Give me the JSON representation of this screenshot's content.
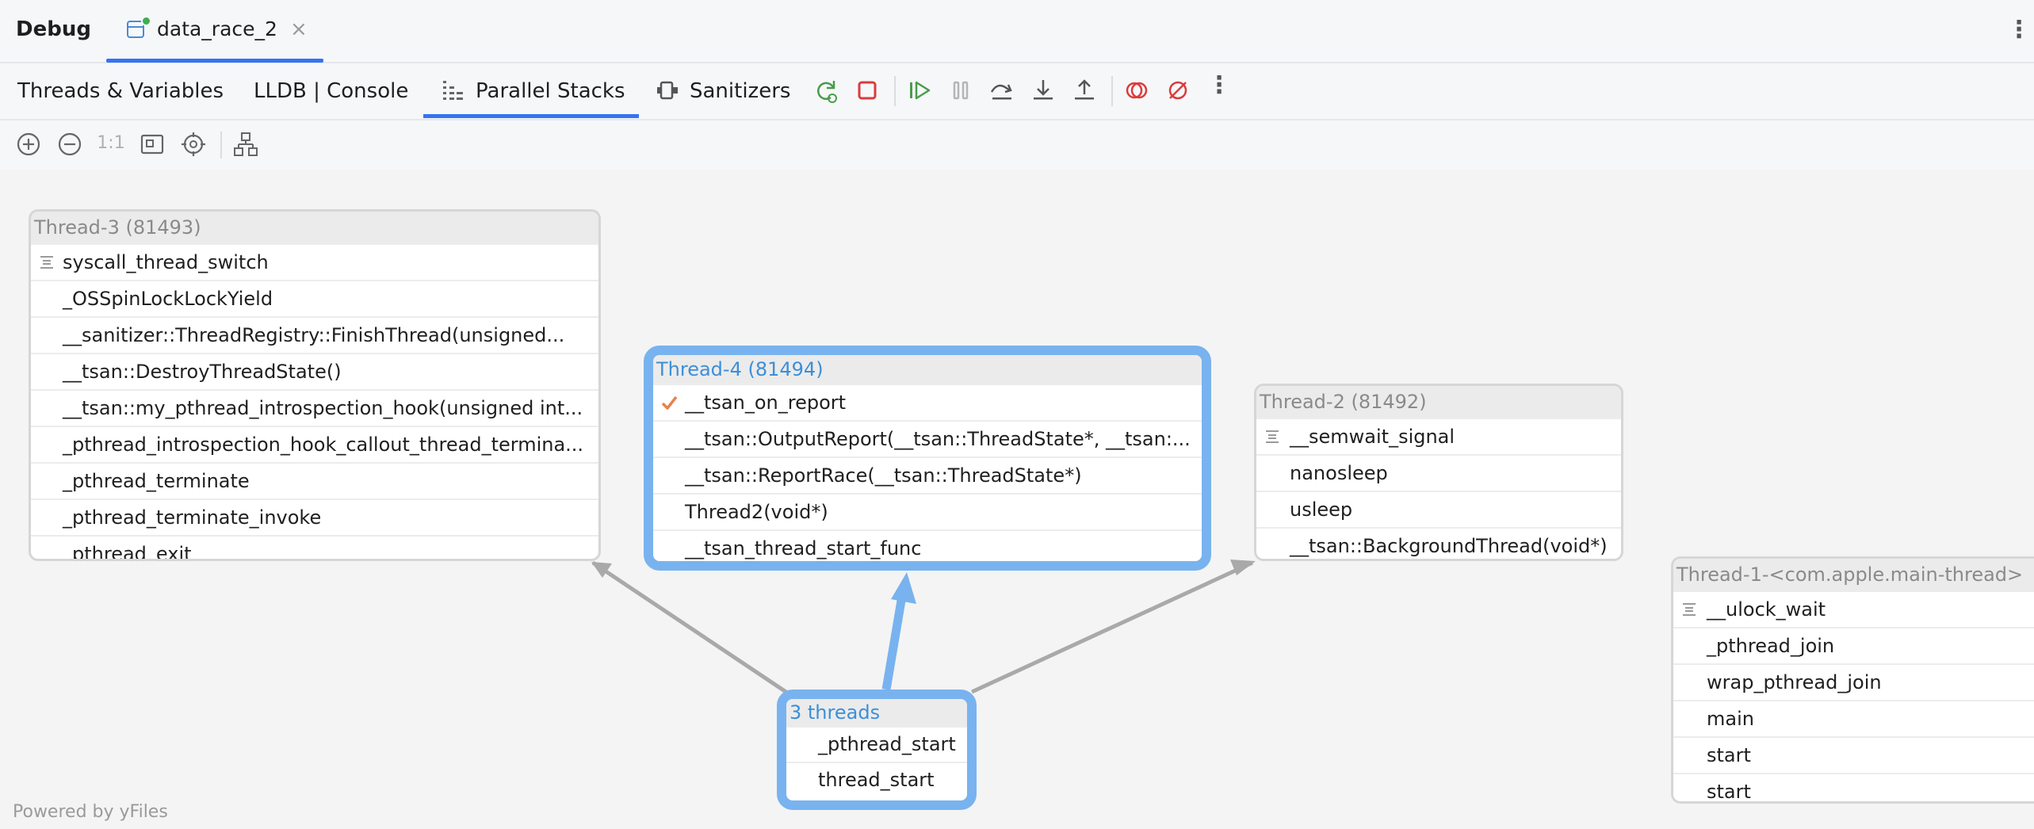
{
  "window": {
    "debug_label": "Debug",
    "session_tab": "data_race_2"
  },
  "toolbar": {
    "tabs": [
      {
        "label": "Threads & Variables"
      },
      {
        "label": "LLDB | Console"
      },
      {
        "label": "Parallel Stacks",
        "active": true
      },
      {
        "label": "Sanitizers"
      }
    ]
  },
  "subtoolbar": {
    "reset_zoom_label": "1:1"
  },
  "graph": {
    "nodes": [
      {
        "title": "Thread-3 (81493)",
        "frames": [
          "syscall_thread_switch",
          "_OSSpinLockLockYield",
          "__sanitizer::ThreadRegistry::FinishThread(unsigned...",
          "__tsan::DestroyThreadState()",
          "__tsan::my_pthread_introspection_hook(unsigned int...",
          "_pthread_introspection_hook_callout_thread_termina...",
          "_pthread_terminate",
          "_pthread_terminate_invoke",
          "_pthread_exit"
        ]
      },
      {
        "title": "Thread-4 (81494)",
        "selected": true,
        "frames": [
          "__tsan_on_report",
          "__tsan::OutputReport(__tsan::ThreadState*, __tsan:...",
          "__tsan::ReportRace(__tsan::ThreadState*)",
          "Thread2(void*)",
          "__tsan_thread_start_func"
        ]
      },
      {
        "title": "Thread-2 (81492)",
        "frames": [
          "__semwait_signal",
          "nanosleep",
          "usleep",
          "__tsan::BackgroundThread(void*)"
        ]
      },
      {
        "title": "Thread-1-<com.apple.main-thread>",
        "frames": [
          "__ulock_wait",
          "_pthread_join",
          "wrap_pthread_join",
          "main",
          "start",
          "start"
        ]
      },
      {
        "title": "3 threads",
        "selected": true,
        "frames": [
          "_pthread_start",
          "thread_start"
        ]
      }
    ]
  },
  "footer": {
    "powered_by": "Powered by yFiles"
  },
  "colors": {
    "accent": "#3574f0",
    "selected_border": "#78b3ef",
    "edge": "#a9a9a9",
    "edge_selected": "#78b3ef",
    "current_frame_check": "#e8824a"
  }
}
